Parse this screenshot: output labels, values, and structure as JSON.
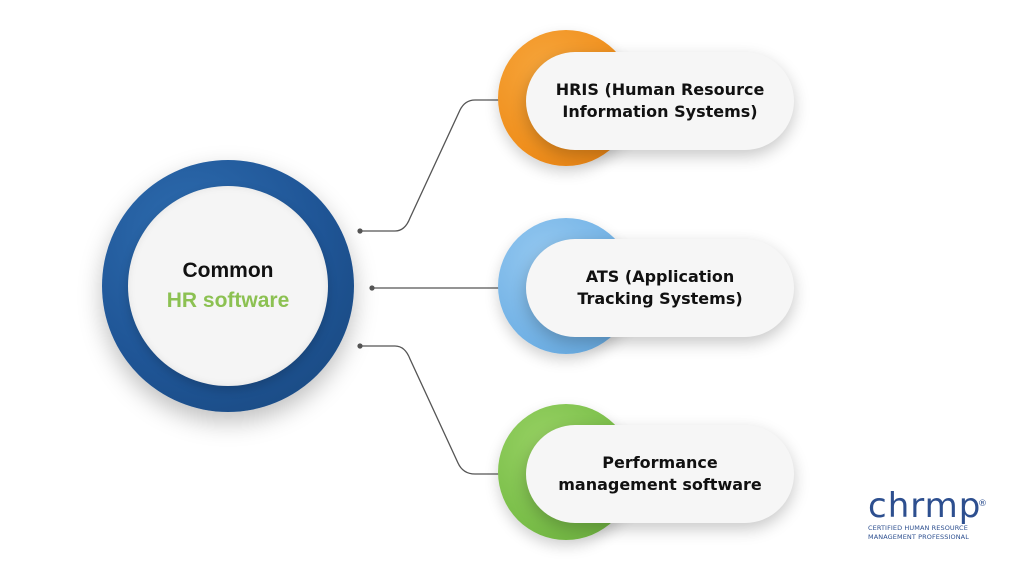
{
  "center": {
    "line1": "Common",
    "line2": "HR software"
  },
  "nodes": [
    {
      "line1": "HRIS (Human Resource",
      "line2": "Information Systems)",
      "color": "#f0901e"
    },
    {
      "line1": "ATS (Application",
      "line2": "Tracking Systems)",
      "color": "#74b3e6"
    },
    {
      "line1": "Performance",
      "line2": "management software",
      "color": "#7bbf4a"
    }
  ],
  "colors": {
    "center_ring": "#1f5596",
    "center_accent_text": "#8cc152",
    "connector": "#555555"
  },
  "logo": {
    "wordmark": "chrmp",
    "registered": "®",
    "tagline_line1": "CERTIFIED HUMAN RESOURCE",
    "tagline_line2": "MANAGEMENT PROFESSIONAL"
  }
}
